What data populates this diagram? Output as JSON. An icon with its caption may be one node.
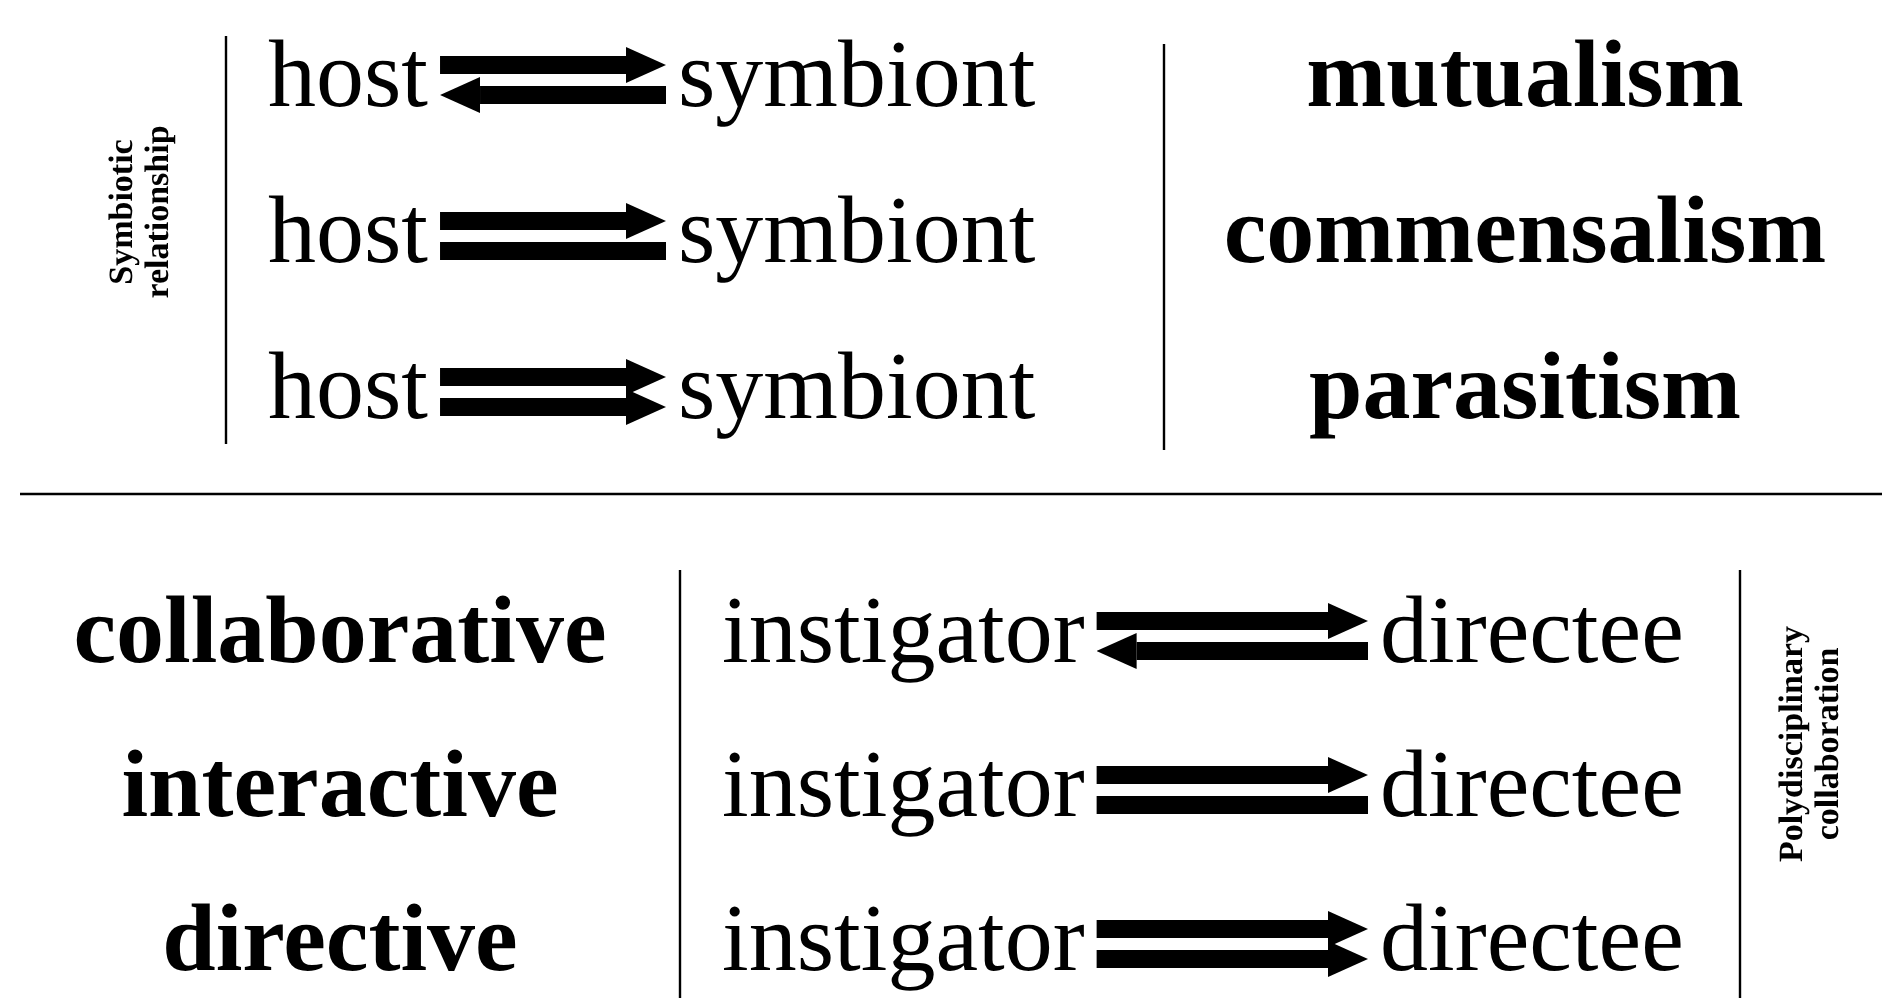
{
  "diagram": {
    "nodes": [
      {
        "text": [
          "host"
        ]
      },
      {
        "text": [
          "symbiont"
        ]
      },
      {
        "text": [
          "host"
        ]
      },
      {
        "text": [
          "symbiont"
        ]
      },
      {
        "text": [
          "host"
        ]
      },
      {
        "text": [
          "symbiont"
        ]
      },
      {
        "text": [
          "instigator"
        ]
      },
      {
        "text": [
          "directee"
        ]
      },
      {
        "text": [
          "instigator"
        ]
      },
      {
        "text": [
          "directee"
        ]
      },
      {
        "text": [
          "instigator"
        ]
      },
      {
        "text": [
          "directee"
        ]
      }
    ],
    "edges": [
      {
        "from": 0,
        "to": 1,
        "arrow": "to"
      },
      {
        "from": 1,
        "to": 0,
        "arrow": "to"
      },
      {
        "from": 2,
        "to": 3,
        "arrow": "to"
      },
      {
        "from": 2,
        "to": 3,
        "arrow": "none"
      },
      {
        "from": 4,
        "to": 5,
        "arrow": "to"
      },
      {
        "from": 4,
        "to": 5,
        "arrow": "to"
      },
      {
        "from": 6,
        "to": 7,
        "arrow": "to"
      },
      {
        "from": 7,
        "to": 6,
        "arrow": "to"
      },
      {
        "from": 8,
        "to": 9,
        "arrow": "to"
      },
      {
        "from": 8,
        "to": 9,
        "arrow": "none"
      },
      {
        "from": 10,
        "to": 11,
        "arrow": "to"
      },
      {
        "from": 10,
        "to": 11,
        "arrow": "to"
      }
    ],
    "labels": [
      "Symbiotic relationship",
      "mutualism",
      "commensalism",
      "parasitism",
      "collaborative",
      "interactive",
      "directive",
      "Polydisciplinary collaboration"
    ]
  }
}
